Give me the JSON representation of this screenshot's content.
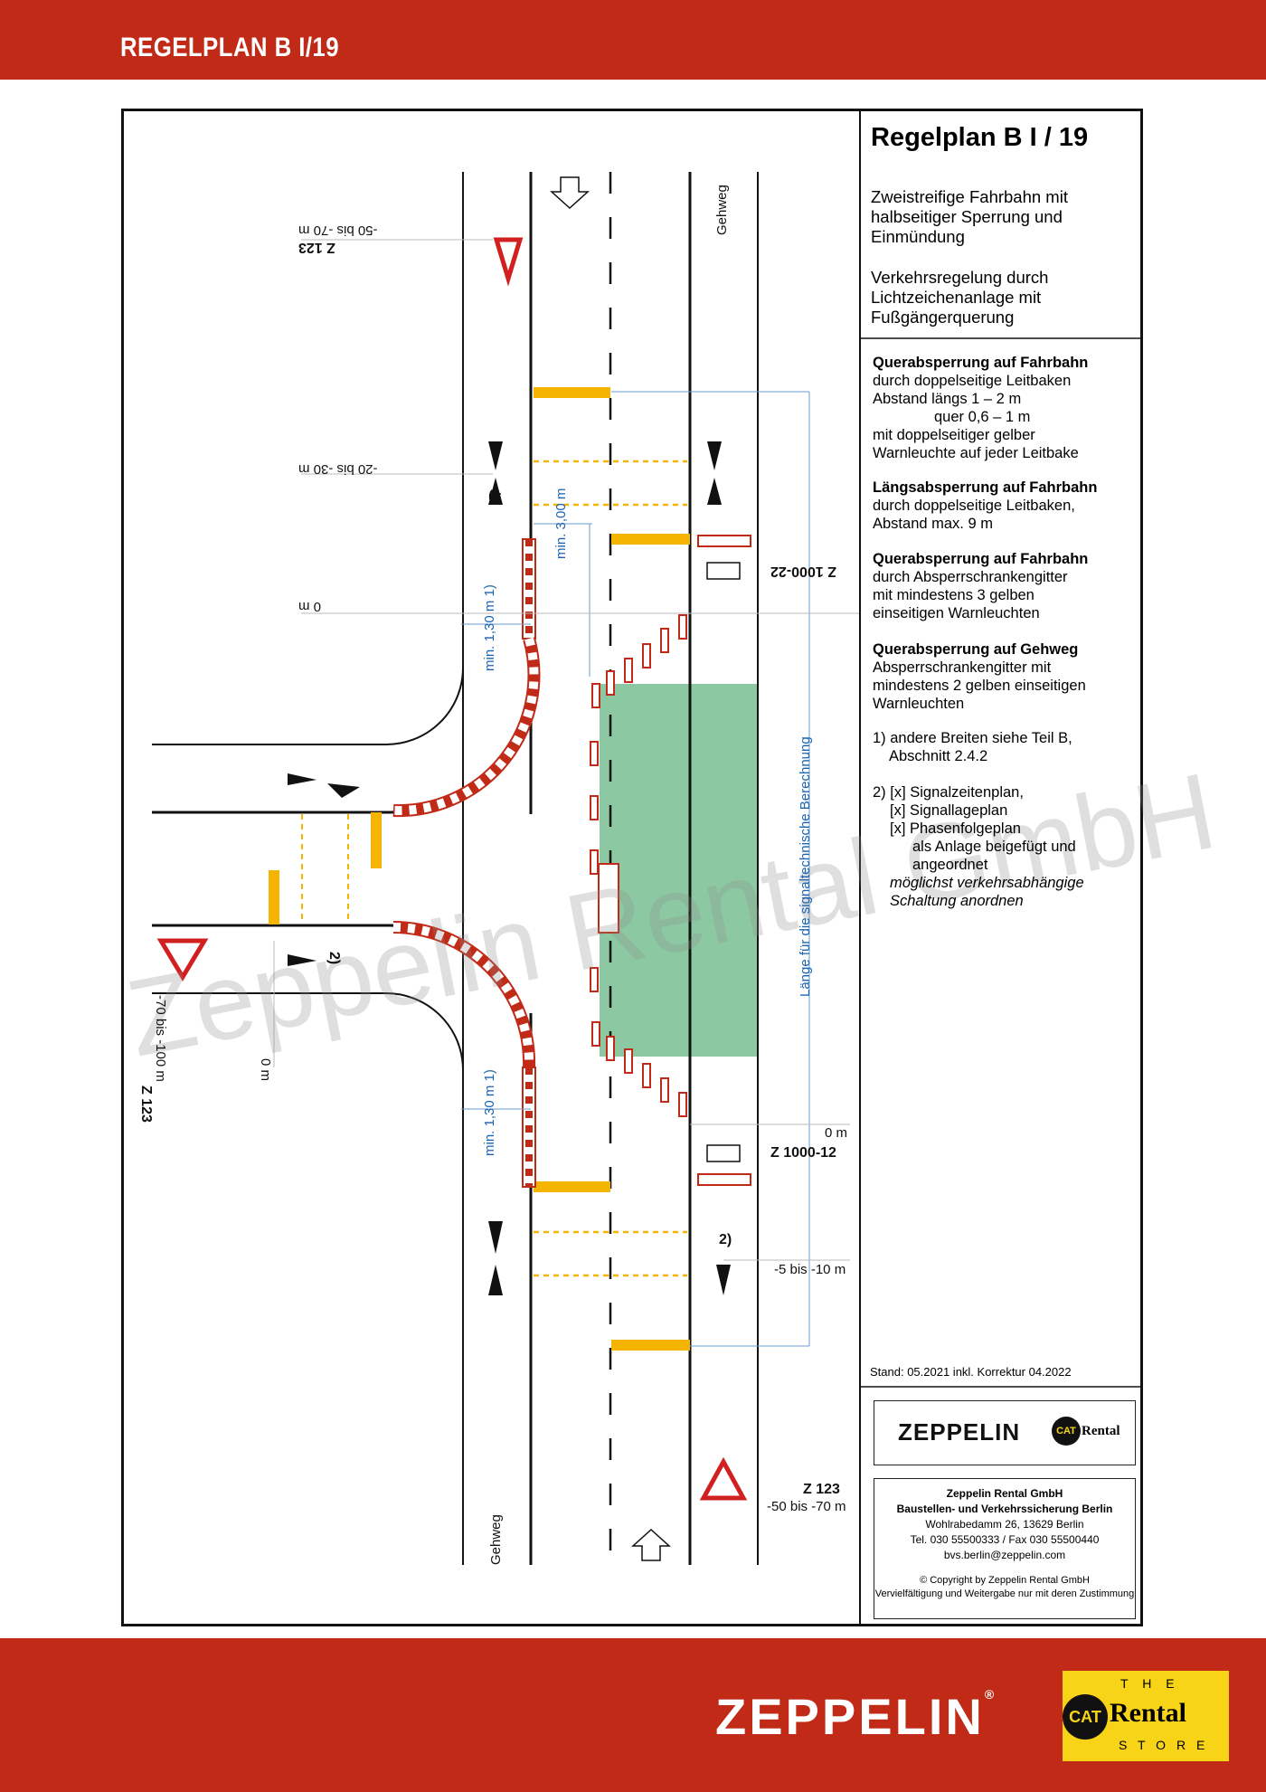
{
  "header": {
    "title": "REGELPLAN B I/19"
  },
  "panel": {
    "title": "Regelplan B I / 19",
    "desc1": [
      "Zweistreifige Fahrbahn mit",
      "halbseitiger Sperrung und",
      "Einmündung"
    ],
    "desc2": [
      "Verkehrsregelung durch",
      "Lichtzeichenanlage mit",
      "Fußgängerquerung"
    ],
    "legend": [
      {
        "head": "Querabsperrung auf Fahrbahn",
        "lines": [
          "durch doppelseitige Leitbaken",
          "Abstand längs 1 – 2 m",
          "quer 0,6 – 1 m",
          "mit doppelseitiger gelber",
          "Warnleuchte auf jeder Leitbake"
        ]
      },
      {
        "head": "Längsabsperrung auf Fahrbahn",
        "lines": [
          "durch doppelseitige Leitbaken,",
          "Abstand max. 9 m"
        ]
      },
      {
        "head": "Querabsperrung auf Fahrbahn",
        "lines": [
          "durch Absperrschrankengitter",
          "mit mindestens 3 gelben",
          "einseitigen Warnleuchten"
        ]
      },
      {
        "head": "Querabsperrung auf Gehweg",
        "lines": [
          "Absperrschrankengitter mit",
          "mindestens 2 gelben einseitigen",
          "Warnleuchten"
        ]
      }
    ],
    "note1": [
      "1) andere Breiten siehe Teil B,",
      "Abschnitt 2.4.2"
    ],
    "note2": [
      "2) [x] Signalzeitenplan,",
      "[x] Signallageplan",
      "[x] Phasenfolgeplan",
      "als Anlage beigefügt und",
      "angeordnet",
      "möglichst verkehrsabhängige",
      "Schaltung anordnen"
    ],
    "stand": "Stand: 05.2021 inkl. Korrektur 04.2022"
  },
  "company": {
    "logo": "ZEPPELIN",
    "cat_rental": "Rental",
    "cat": "CAT",
    "the_store_top": "T H E",
    "the_store_bottom": "S T O R E",
    "name": "Zeppelin Rental GmbH",
    "dept": "Baustellen- und Verkehrssicherung Berlin",
    "street": "Wohlrabedamm 26, 13629 Berlin",
    "phone": "Tel. 030 55500333 / Fax 030 55500440",
    "email": "bvs.berlin@zeppelin.com",
    "copyright": "© Copyright by Zeppelin Rental GmbH",
    "usage": "Vervielfältigung und Weitergabe nur mit deren Zustimmung"
  },
  "diagram": {
    "gehweg": "Gehweg",
    "z123": "Z 123",
    "z123_top_dist": "-50 bis -70 m",
    "z123_bottom_dist": "-50 bis -70 m",
    "z123_left_dist": "-70 bis -100 m",
    "signal_top_dist": "-20 bis -30 m",
    "zero": "0 m",
    "z1000_22": "Z 1000-22",
    "z1000_12": "Z 1000-12",
    "signal_bottom_dist": "-5 bis -10 m",
    "min130": "min. 1,30 m 1)",
    "min300": "min. 3,00 m",
    "laenge": "Länge für die signaltechnische Berechnung",
    "note2": "2)",
    "watermark": "Zeppelin Rental GmbH"
  },
  "colors": {
    "brand_red": "#c12a17",
    "work_area": "#8cc9a2",
    "barrier_yellow": "#f5b400",
    "measure_blue": "#1a64b0",
    "cat_yellow": "#f7d417"
  }
}
